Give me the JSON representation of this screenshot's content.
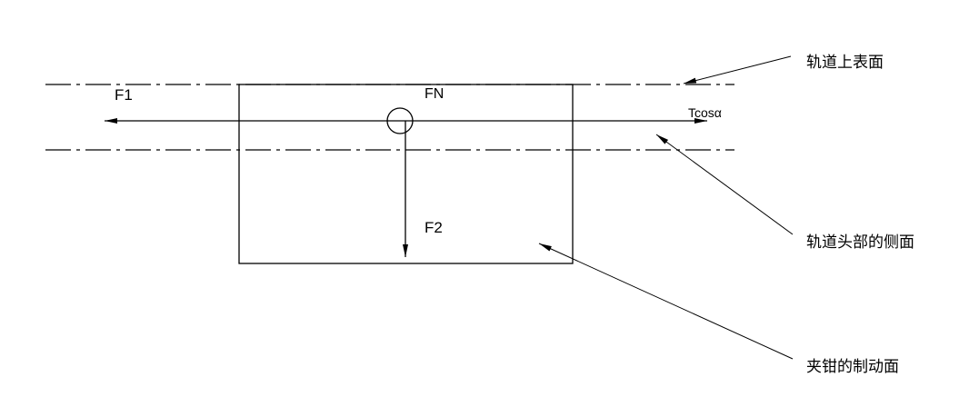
{
  "labels": {
    "f1": "F1",
    "fn": "FN",
    "tcos": "Tcosα",
    "f2": "F2",
    "rail_top_surface": "轨道上表面",
    "rail_head_side": "轨道头部的侧面",
    "clamp_brake_surface": "夹钳的制动面"
  }
}
